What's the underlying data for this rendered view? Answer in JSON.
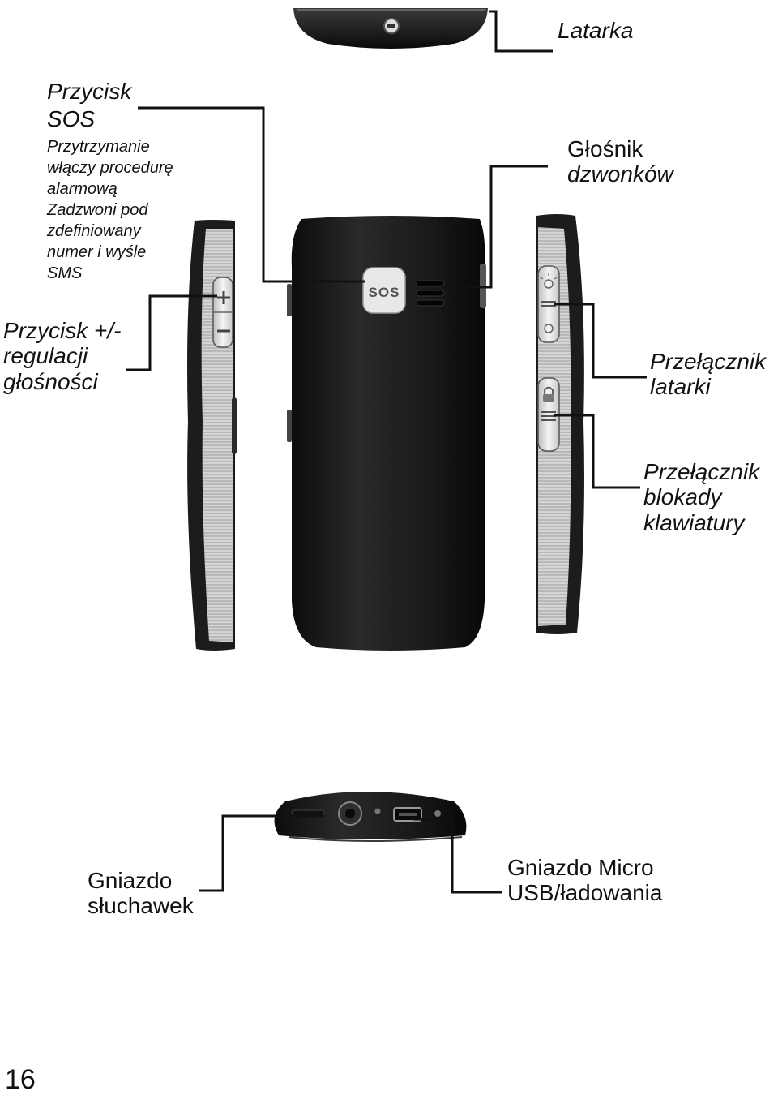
{
  "labels": {
    "flashlight": "Latarka",
    "sos_title_line1": "Przycisk",
    "sos_title_line2": "SOS",
    "sos_desc": [
      "Przytrzymanie",
      "włączy procedurę",
      "alarmową",
      "Zadzwoni pod",
      "zdefiniowany",
      "numer i wyśle",
      "SMS"
    ],
    "volume": [
      "Przycisk +/-",
      "regulacji",
      "głośności"
    ],
    "ringer_speaker": [
      "Głośnik",
      "dzwonków"
    ],
    "flashlight_switch": [
      "Przełącznik",
      "latarki"
    ],
    "keylock_switch": [
      "Przełącznik",
      "blokady",
      "klawiatury"
    ],
    "headphone_jack": [
      "Gniazdo",
      "słuchawek"
    ],
    "micro_usb": [
      "Gniazdo Micro",
      "USB/ładowania"
    ],
    "sos_button_text": "SOS"
  },
  "page_number": "16",
  "icons": [
    "flashlight-lens-icon",
    "plus-icon",
    "minus-icon",
    "bulb-on-icon",
    "bulb-off-icon",
    "lock-icon",
    "headphone-jack-icon",
    "micro-usb-port-icon"
  ],
  "colors": {
    "phone_body": "#1c1c1c",
    "side_metal": "#c8c8c8",
    "text": "#111111"
  }
}
